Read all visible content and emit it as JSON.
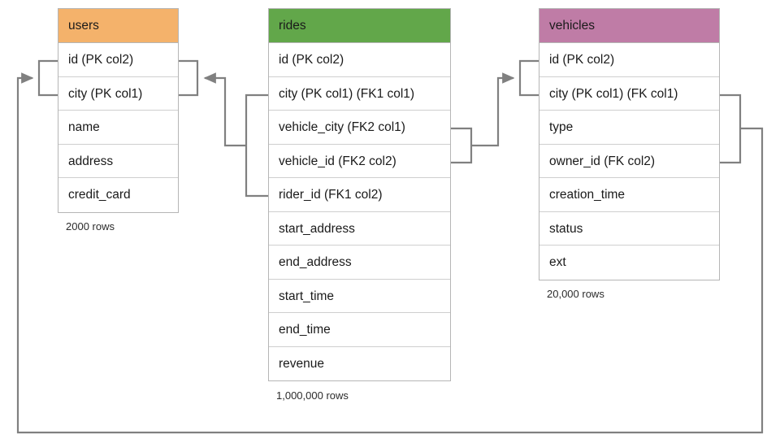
{
  "diagram": {
    "kind": "entity-relationship-diagram",
    "background_color": "#ffffff",
    "edge_color": "#808080",
    "border_color": "#b5b5b5",
    "row_divider_color": "#cfcfcf",
    "text_color": "#1a1a1a"
  },
  "tables": [
    {
      "name": "users",
      "header_label": "users",
      "header_color": "#f4b26b",
      "row_count_label": "2000 rows",
      "columns": [
        {
          "label": "id (PK col2)"
        },
        {
          "label": "city (PK col1)"
        },
        {
          "label": "name"
        },
        {
          "label": "address"
        },
        {
          "label": "credit_card"
        }
      ]
    },
    {
      "name": "rides",
      "header_label": "rides",
      "header_color": "#62a74a",
      "row_count_label": "1,000,000 rows",
      "columns": [
        {
          "label": "id (PK col2)"
        },
        {
          "label": "city (PK col1) (FK1 col1)"
        },
        {
          "label": "vehicle_city (FK2 col1)"
        },
        {
          "label": "vehicle_id (FK2 col2)"
        },
        {
          "label": "rider_id (FK1 col2)"
        },
        {
          "label": "start_address"
        },
        {
          "label": "end_address"
        },
        {
          "label": "start_time"
        },
        {
          "label": "end_time"
        },
        {
          "label": "revenue"
        }
      ]
    },
    {
      "name": "vehicles",
      "header_label": "vehicles",
      "header_color": "#bf7ca6",
      "row_count_label": "20,000 rows",
      "columns": [
        {
          "label": "id (PK col2)"
        },
        {
          "label": "city (PK col1) (FK col1)"
        },
        {
          "label": "type"
        },
        {
          "label": "owner_id (FK col2)"
        },
        {
          "label": "creation_time"
        },
        {
          "label": "status"
        },
        {
          "label": "ext"
        }
      ]
    }
  ],
  "relationships": [
    {
      "name": "rides-fk1-to-users",
      "from_table": "rides",
      "from_columns": [
        "city (PK col1) (FK1 col1)",
        "rider_id (FK1 col2)"
      ],
      "to_table": "users",
      "to_columns": [
        "id (PK col2)",
        "city (PK col1)"
      ]
    },
    {
      "name": "rides-fk2-to-vehicles",
      "from_table": "rides",
      "from_columns": [
        "vehicle_city (FK2 col1)",
        "vehicle_id (FK2 col2)"
      ],
      "to_table": "vehicles",
      "to_columns": [
        "id (PK col2)",
        "city (PK col1) (FK col1)"
      ]
    },
    {
      "name": "vehicles-fk-to-users",
      "from_table": "vehicles",
      "from_columns": [
        "city (PK col1) (FK col1)",
        "owner_id (FK col2)"
      ],
      "to_table": "users",
      "to_columns": [
        "id (PK col2)",
        "city (PK col1)"
      ]
    }
  ]
}
